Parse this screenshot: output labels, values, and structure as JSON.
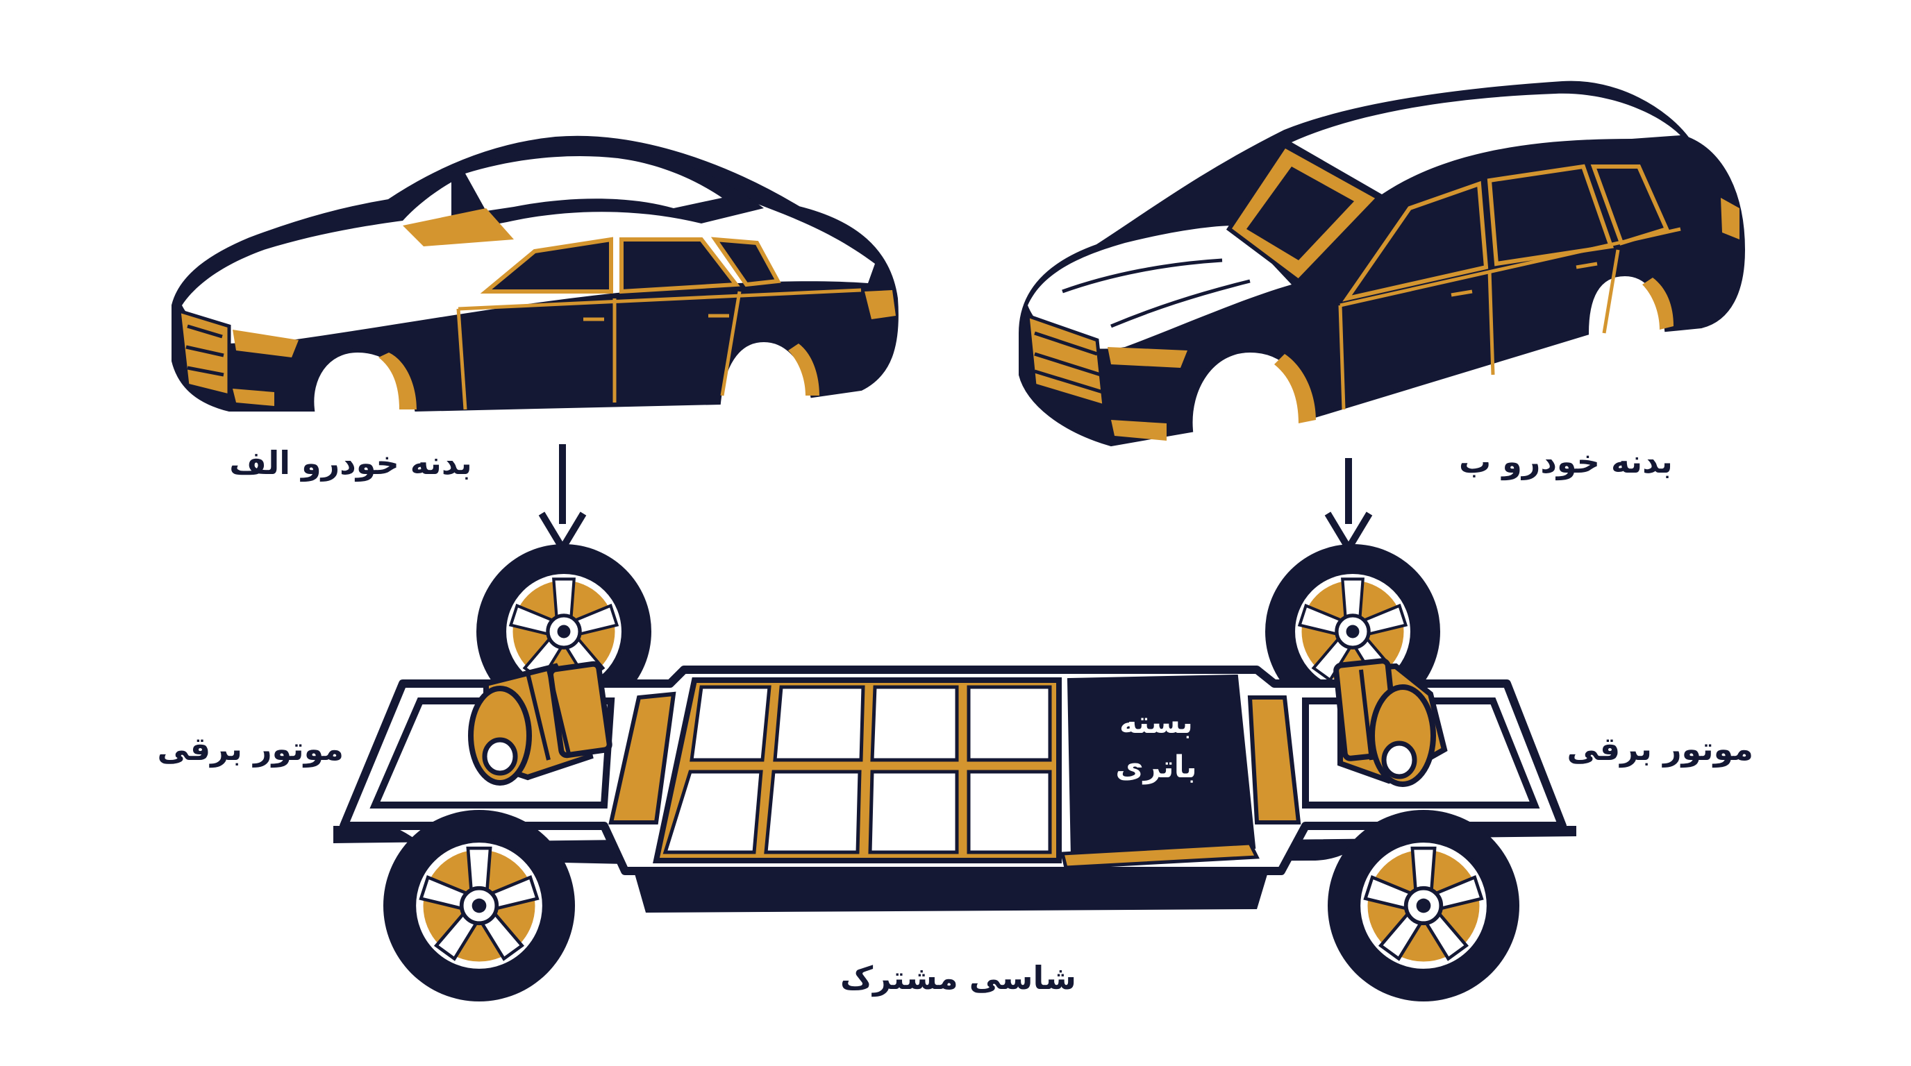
{
  "labels": {
    "body_a": "بدنه خودرو الف",
    "body_b": "بدنه خودرو ب",
    "motor_left": "موتور برقی",
    "motor_right": "موتور برقی",
    "battery_line1": "بسته",
    "battery_line2": "باتری",
    "chassis": "شاسی مشترک"
  },
  "colors": {
    "navy": "#141834",
    "gold": "#d4952f",
    "white": "#ffffff"
  }
}
